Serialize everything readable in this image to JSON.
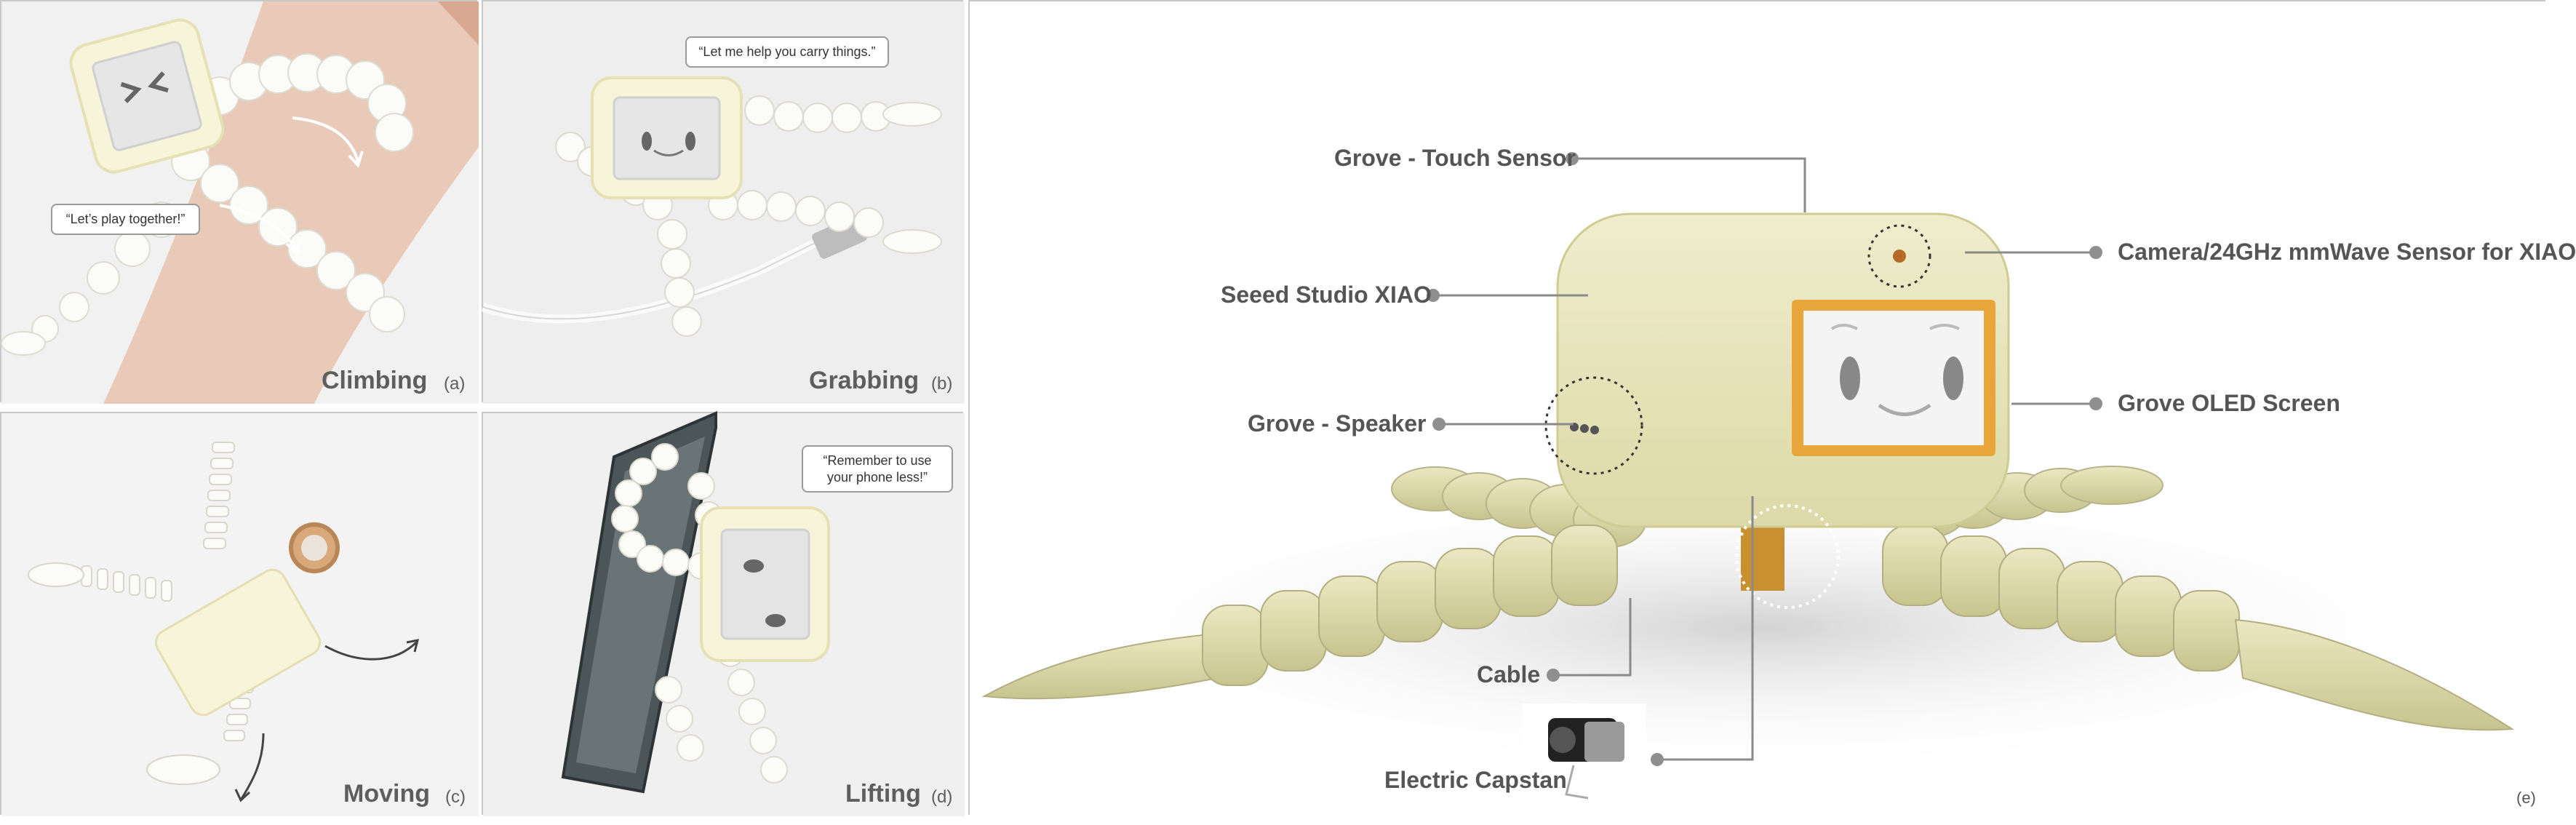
{
  "panels": {
    "a": {
      "title": "Climbing",
      "tag": "(a)",
      "bubble": "“Let’s play together!”"
    },
    "b": {
      "title": "Grabbing",
      "tag": "(b)",
      "bubble": "“Let me help you carry things.”"
    },
    "c": {
      "title": "Moving",
      "tag": "(c)"
    },
    "d": {
      "title": "Lifting",
      "tag": "(d)",
      "bubble_line1": "“Remember to use",
      "bubble_line2": "your phone less!”"
    },
    "e": {
      "tag": "(e)"
    }
  },
  "callouts": {
    "touch_sensor": "Grove - Touch Sensor",
    "xiao": "Seeed Studio XIAO",
    "speaker": "Grove - Speaker",
    "camera": "Camera/24GHz mmWave Sensor for XIAO",
    "oled": "Grove OLED Screen",
    "cable": "Cable",
    "capstan": "Electric Capstan"
  },
  "colors": {
    "robot_body": "#efecc4",
    "screen_frame": "#e8a63a",
    "leader": "#8a8a8a",
    "dot": "#8f8f8f"
  }
}
